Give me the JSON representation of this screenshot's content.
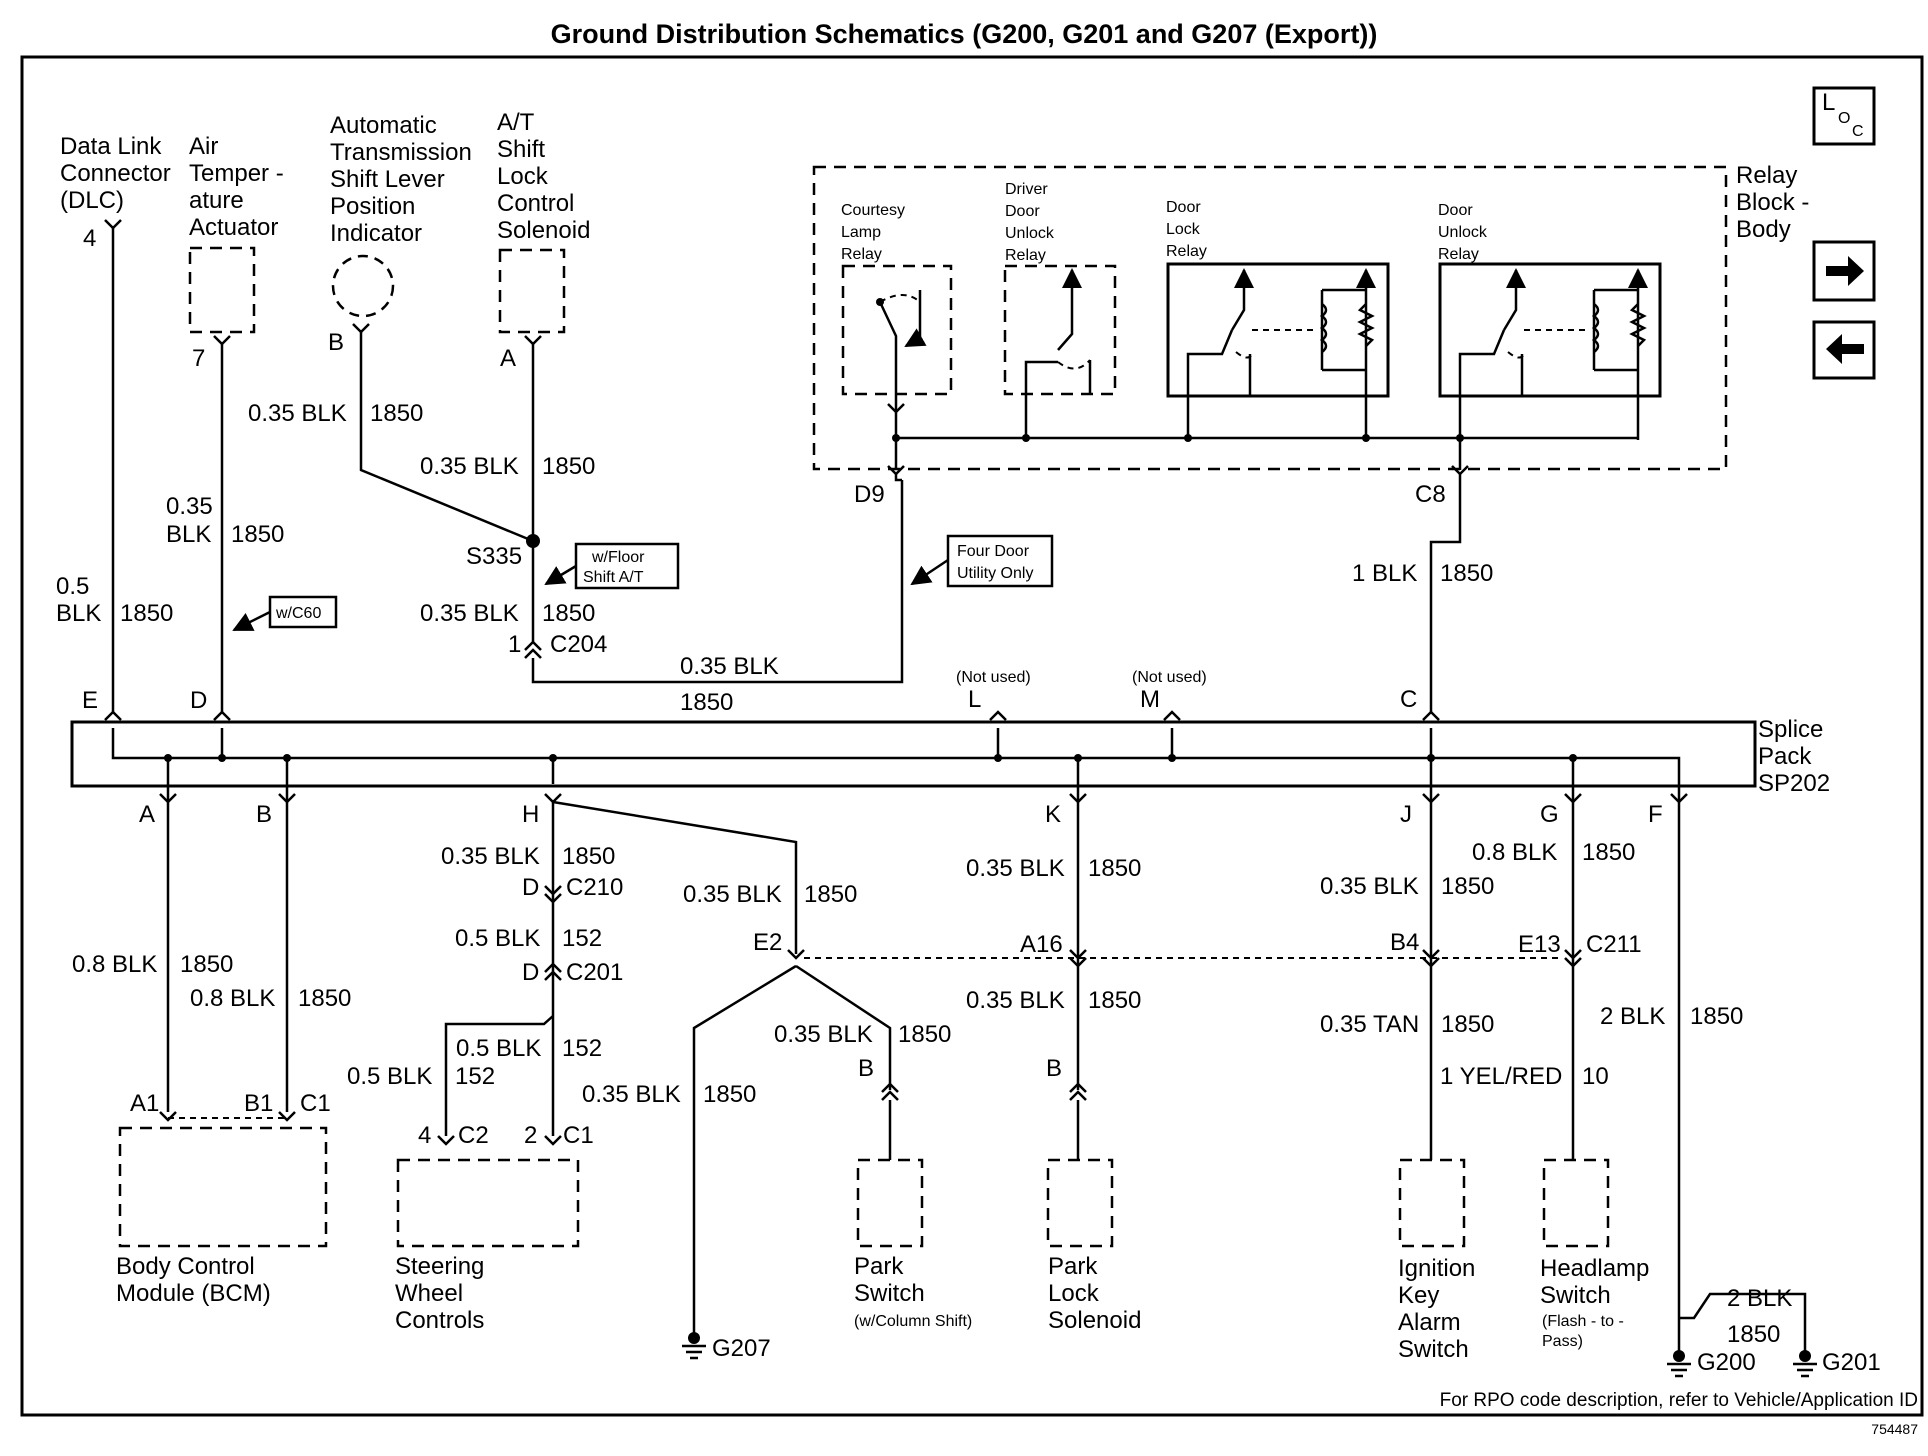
{
  "title": "Ground Distribution Schematics (G200, G201 and G207 (Export))",
  "footer": "For RPO code description, refer to Vehicle/Application ID",
  "figure_id": "754487",
  "nav": {
    "loc_icon": "loc-icon",
    "next_icon": "right-arrow-icon",
    "prev_icon": "left-arrow-icon"
  },
  "top_components": {
    "dlc": [
      "Data Link",
      "Connector",
      "(DLC)"
    ],
    "air_temp": [
      "Air",
      "Temper -",
      "ature",
      "Actuator"
    ],
    "trans_indicator": [
      "Automatic",
      "Transmission",
      "Shift Lever",
      "Position",
      "Indicator"
    ],
    "shift_lock": [
      "A/T",
      "Shift",
      "Lock",
      "Control",
      "Solenoid"
    ]
  },
  "relay_block": {
    "label": [
      "Relay",
      "Block -",
      "Body"
    ],
    "relays": [
      [
        "Courtesy",
        "Lamp",
        "Relay"
      ],
      [
        "Driver",
        "Door",
        "Unlock",
        "Relay"
      ],
      [
        "Door",
        "Lock",
        "Relay"
      ],
      [
        "Door",
        "Unlock",
        "Relay"
      ]
    ],
    "pin_d9": "D9",
    "pin_c8": "C8"
  },
  "splice_pack": [
    "Splice",
    "Pack",
    "SP202"
  ],
  "pins_top": {
    "e": "E",
    "d": "D",
    "l": "L",
    "m": "M",
    "c": "C",
    "not_used": "(Not used)"
  },
  "pins_bottom": {
    "a": "A",
    "b": "B",
    "h": "H",
    "k": "K",
    "j": "J",
    "g": "G",
    "f": "F"
  },
  "notes": {
    "w_floor": [
      "w/Floor",
      "Shift A/T"
    ],
    "four_door": [
      "Four Door",
      "Utility Only"
    ],
    "w_c60": "w/C60"
  },
  "upper_wires": {
    "dlc_pin": "4",
    "dlc_size": [
      "0.5",
      "BLK"
    ],
    "dlc_circuit": "1850",
    "air_pin": "7",
    "air_size": [
      "0.35",
      "BLK"
    ],
    "air_circuit": "1850",
    "trans_pin": "B",
    "trans_label": "0.35 BLK",
    "trans_circuit": "1850",
    "lock_pin": "A",
    "lock_label": "0.35 BLK",
    "lock_circuit": "1850",
    "splice": "S335",
    "s335_label": "0.35 BLK",
    "s335_circuit": "1850",
    "c204_pin": "1",
    "c204": "C204",
    "d9_label": "0.35 BLK",
    "d9_circuit": "1850",
    "c8_label": "1 BLK",
    "c8_circuit": "1850"
  },
  "lower_wires": {
    "a_label": "0.8 BLK",
    "a_circuit": "1850",
    "b_label": "0.8 BLK",
    "b_circuit": "1850",
    "h_label": "0.35 BLK",
    "h_circuit": "1850",
    "c210_pin": "D",
    "c210": "C210",
    "c210_label": "0.5 BLK",
    "c210_circuit": "152",
    "c201_pin": "D",
    "c201": "C201",
    "sw_left_label": "0.5 BLK",
    "sw_left_circuit": "152",
    "sw_right_label": "0.5 BLK",
    "sw_right_circuit": "152",
    "c2_pin": "4",
    "c2": "C2",
    "c1_pin": "2",
    "c1": "C1",
    "h2_label": "0.35 BLK",
    "h2_circuit": "1850",
    "e2": "E2",
    "g207_label": "0.35 BLK",
    "g207_circuit": "1850",
    "park_label": "0.35 BLK",
    "park_circuit": "1850",
    "park_pin": "B",
    "k_label": "0.35 BLK",
    "k_circuit": "1850",
    "a16": "A16",
    "k2_label": "0.35 BLK",
    "k2_circuit": "1850",
    "k_pin": "B",
    "j_label": "0.35 BLK",
    "j_circuit": "1850",
    "b4": "B4",
    "j2_label": "0.35 TAN",
    "j2_circuit": "1850",
    "j3_label": "1 YEL/RED",
    "j3_circuit": "10",
    "g_label": "0.8 BLK",
    "g_circuit": "1850",
    "e13": "E13",
    "c211": "C211",
    "f_label": "2 BLK",
    "f_circuit": "1850",
    "g201_label": "2 BLK",
    "g201_circuit": "1850",
    "bcm_a1": "A1",
    "bcm_b1": "B1",
    "bcm_c1": "C1"
  },
  "bottom_components": {
    "bcm": [
      "Body Control",
      "Module (BCM)"
    ],
    "steering": [
      "Steering",
      "Wheel",
      "Controls"
    ],
    "park_switch": [
      "Park",
      "Switch"
    ],
    "park_switch_note": "(w/Column Shift)",
    "park_lock": [
      "Park",
      "Lock",
      "Solenoid"
    ],
    "ignition": [
      "Ignition",
      "Key",
      "Alarm",
      "Switch"
    ],
    "headlamp": [
      "Headlamp",
      "Switch"
    ],
    "headlamp_note": [
      "(Flash - to -",
      "Pass)"
    ]
  },
  "grounds": {
    "g207": "G207",
    "g200": "G200",
    "g201": "G201"
  }
}
